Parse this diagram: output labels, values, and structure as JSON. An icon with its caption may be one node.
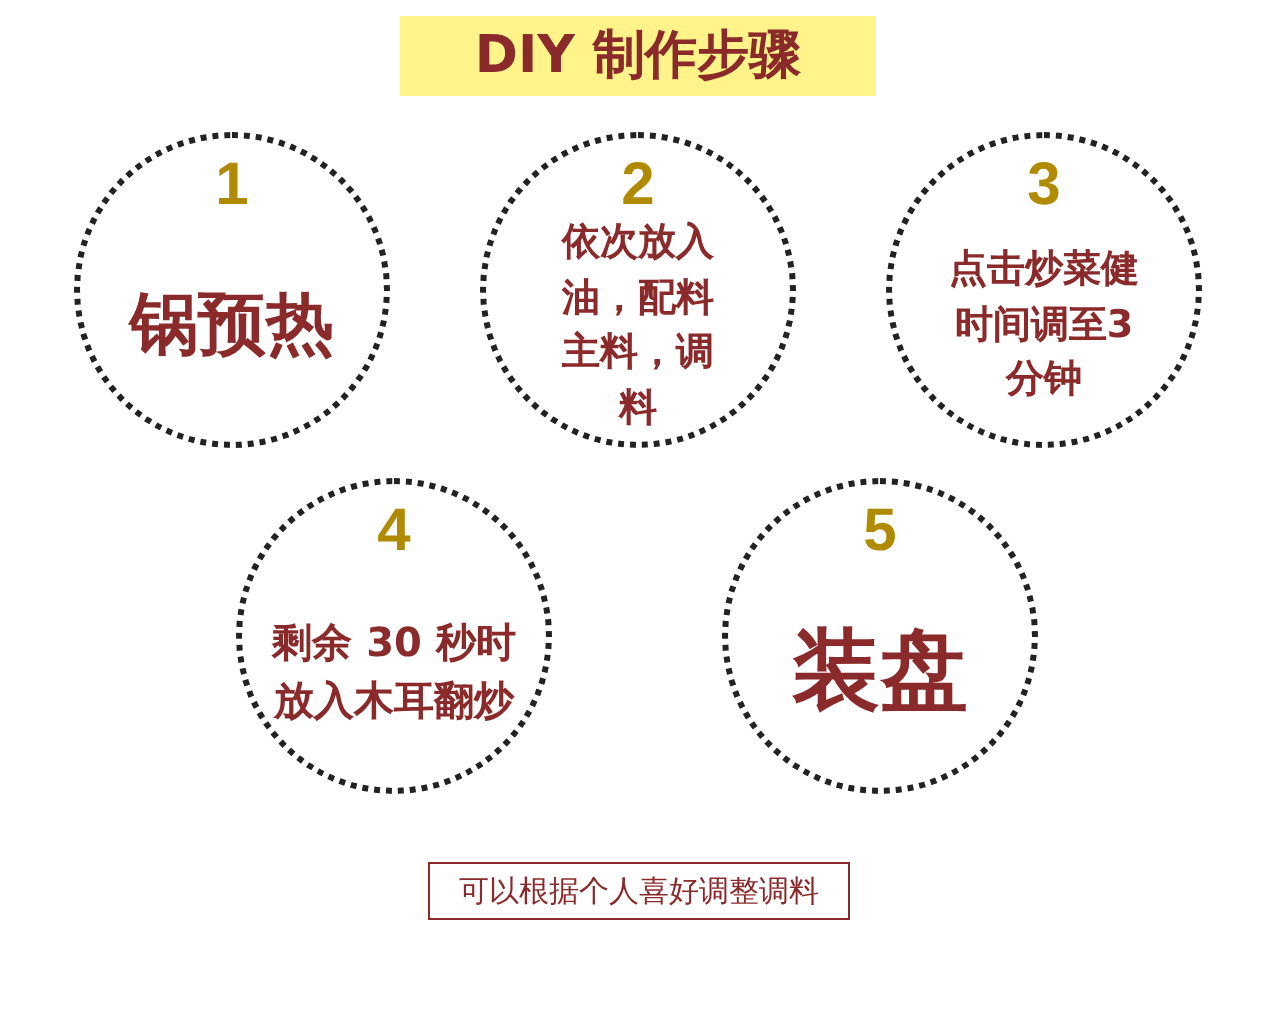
{
  "diagram": {
    "title": "DIY 制作步骤",
    "nodes": [
      {
        "text": [
          "1",
          "锅预热"
        ]
      },
      {
        "text": [
          "2",
          "依次放入油，配料主料，调料"
        ]
      },
      {
        "text": [
          "3",
          "点击炒菜健时间调至3 分钟"
        ]
      },
      {
        "text": [
          "4",
          "剩余 30 秒时放入木耳翻炒"
        ]
      },
      {
        "text": [
          "5",
          "装盘"
        ]
      },
      {
        "text": [
          "可以根据个人喜好调整调料"
        ]
      }
    ]
  }
}
